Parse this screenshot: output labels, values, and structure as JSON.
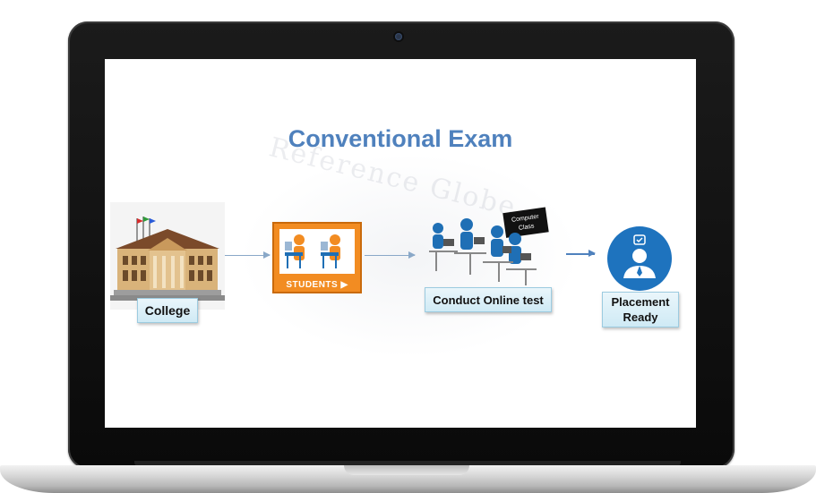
{
  "slide": {
    "title": "Conventional Exam",
    "watermark": "Reference Globe"
  },
  "flow": {
    "college": {
      "label": "College",
      "flag_colors": [
        "#d62b2b",
        "#2e9a3a",
        "#2a5bd7"
      ]
    },
    "students": {
      "badge": "STUDENTS ▶"
    },
    "online_test": {
      "label": "Conduct Online test",
      "board_text": "Computer Class"
    },
    "placement": {
      "label": "Placement Ready"
    }
  },
  "colors": {
    "title": "#4f81bd",
    "students_badge": "#f28c22",
    "placement_icon": "#1e73be",
    "people": "#1f6fb5",
    "arrow_primary": "#4f81bd"
  }
}
